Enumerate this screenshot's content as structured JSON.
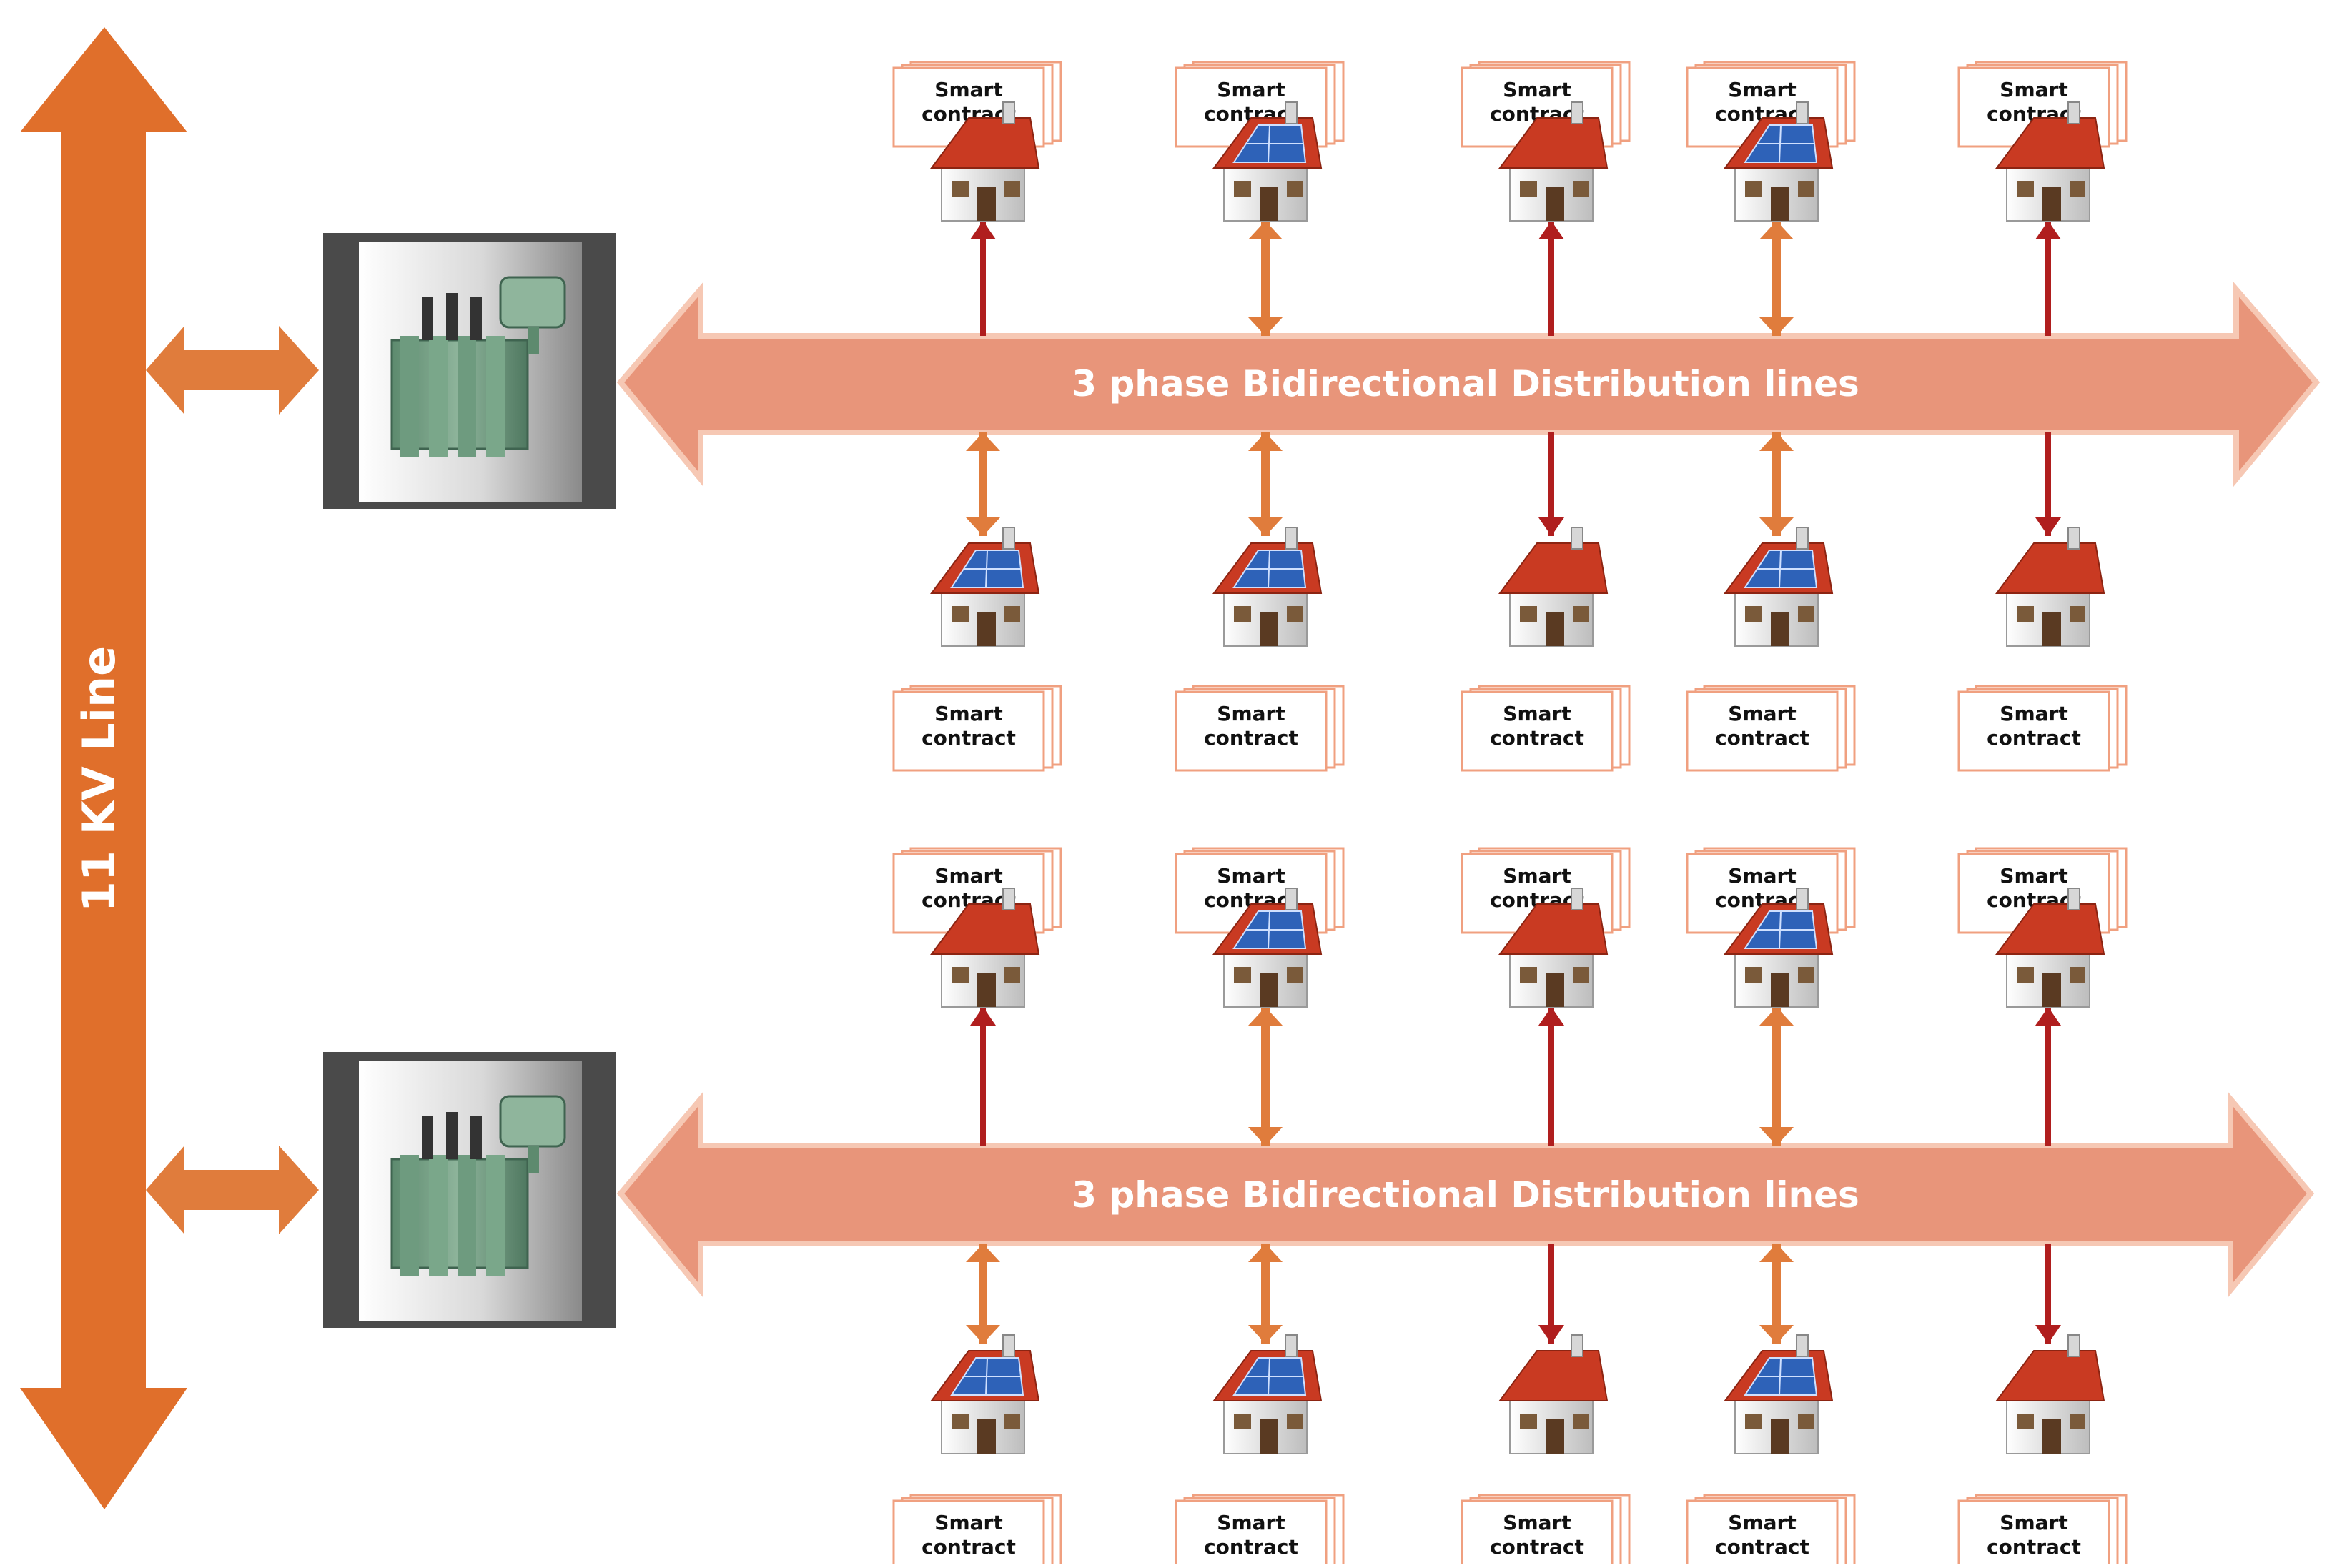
{
  "colors": {
    "main_line": "#E06F2B",
    "bus": "#E8957A",
    "bus_edge": "#F6C8B4",
    "bidirectional": "#E07C3C",
    "consumer": "#B01E1E",
    "roof": "#C93A22",
    "solar": "#2E62B8",
    "doc_border": "#F0A080"
  },
  "main_line": {
    "label": "11 KV Line"
  },
  "feeders": [
    {
      "label": "3 phase Bidirectional Distribution lines",
      "top_houses": [
        {
          "contract": [
            "Smart",
            "contract"
          ],
          "solar": false,
          "flow": "consumer"
        },
        {
          "contract": [
            "Smart",
            "contract"
          ],
          "solar": true,
          "flow": "bidirectional"
        },
        {
          "contract": [
            "Smart",
            "contract"
          ],
          "solar": false,
          "flow": "consumer"
        },
        {
          "contract": [
            "Smart",
            "contract"
          ],
          "solar": true,
          "flow": "bidirectional"
        },
        {
          "contract": [
            "Smart",
            "contract"
          ],
          "solar": false,
          "flow": "consumer"
        }
      ],
      "bottom_houses": [
        {
          "contract": [
            "Smart",
            "contract"
          ],
          "solar": true,
          "flow": "bidirectional"
        },
        {
          "contract": [
            "Smart",
            "contract"
          ],
          "solar": true,
          "flow": "bidirectional"
        },
        {
          "contract": [
            "Smart",
            "contract"
          ],
          "solar": false,
          "flow": "consumer"
        },
        {
          "contract": [
            "Smart",
            "contract"
          ],
          "solar": true,
          "flow": "bidirectional"
        },
        {
          "contract": [
            "Smart",
            "contract"
          ],
          "solar": false,
          "flow": "consumer"
        }
      ]
    },
    {
      "label": "3 phase Bidirectional Distribution lines",
      "top_houses": [
        {
          "contract": [
            "Smart",
            "contract"
          ],
          "solar": false,
          "flow": "consumer"
        },
        {
          "contract": [
            "Smart",
            "contract"
          ],
          "solar": true,
          "flow": "bidirectional"
        },
        {
          "contract": [
            "Smart",
            "contract"
          ],
          "solar": false,
          "flow": "consumer"
        },
        {
          "contract": [
            "Smart",
            "contract"
          ],
          "solar": true,
          "flow": "bidirectional"
        },
        {
          "contract": [
            "Smart",
            "contract"
          ],
          "solar": false,
          "flow": "consumer"
        }
      ],
      "bottom_houses": [
        {
          "contract": [
            "Smart",
            "contract"
          ],
          "solar": true,
          "flow": "bidirectional"
        },
        {
          "contract": [
            "Smart",
            "contract"
          ],
          "solar": true,
          "flow": "bidirectional"
        },
        {
          "contract": [
            "Smart",
            "contract"
          ],
          "solar": false,
          "flow": "consumer"
        },
        {
          "contract": [
            "Smart",
            "contract"
          ],
          "solar": true,
          "flow": "bidirectional"
        },
        {
          "contract": [
            "Smart",
            "contract"
          ],
          "solar": false,
          "flow": "consumer"
        }
      ]
    }
  ]
}
